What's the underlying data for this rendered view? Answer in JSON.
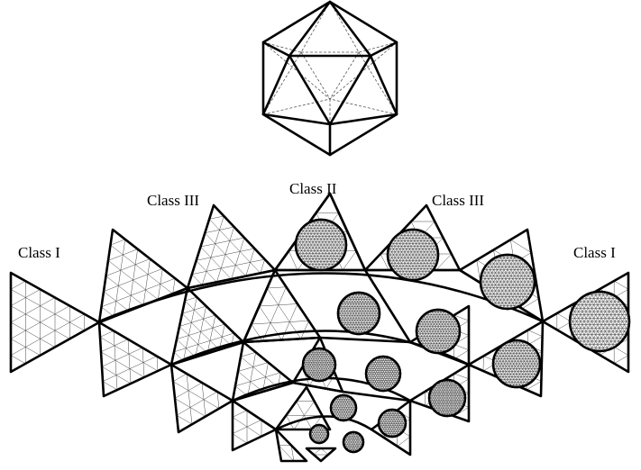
{
  "figure": {
    "labels": {
      "class_i_left": "Class I",
      "class_iii_left": "Class III",
      "class_ii": "Class II",
      "class_iii_right": "Class III",
      "class_i_right": "Class I"
    }
  }
}
